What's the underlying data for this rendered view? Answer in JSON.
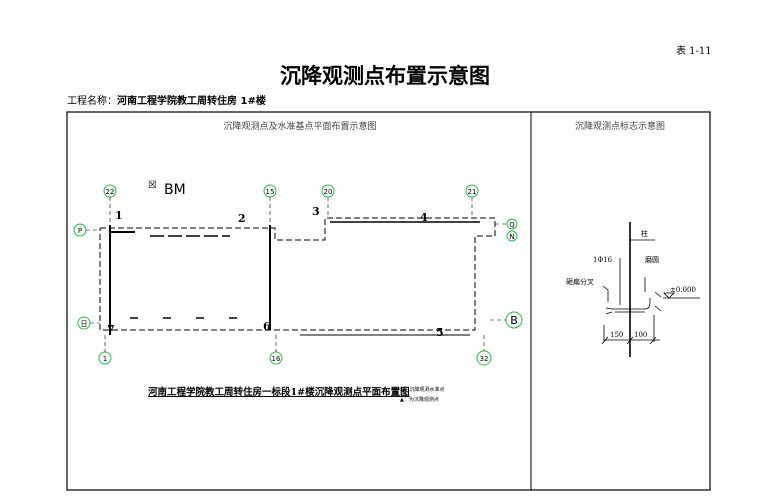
{
  "header": {
    "code": "表 1-11",
    "title": "沉降观测点布置示意图",
    "project_label": "工程名称：",
    "project_name": "河南工程学院教工周转住房 1#楼"
  },
  "plan": {
    "panel_title": "沉降观测点及水准基点平面布置示意图",
    "benchmark_label": "BM",
    "axis_top": [
      "22",
      "15",
      "20",
      "21"
    ],
    "axis_bottom": [
      "1",
      "16",
      "32"
    ],
    "axis_left": [
      "P",
      "日"
    ],
    "axis_right": [
      "Q",
      "N",
      "B"
    ],
    "points": [
      "1",
      "2",
      "3",
      "4",
      "5",
      "6",
      "7"
    ],
    "caption": "河南工程学院教工周转住房一标段1#楼沉降观测点平面布置图",
    "legend": [
      "☒：沉降观测水准点",
      "▲：为沉降观测点"
    ]
  },
  "detail": {
    "panel_title": "沉降观测点标志示意图",
    "column": "柱",
    "rebar": "1Φ16",
    "split": "砸扁分叉",
    "round": "磨圆",
    "elevation": "±0.000",
    "dim1": "150",
    "dim2": "100"
  },
  "colors": {
    "axis_circle": "#2db84a",
    "line": "#000000"
  }
}
